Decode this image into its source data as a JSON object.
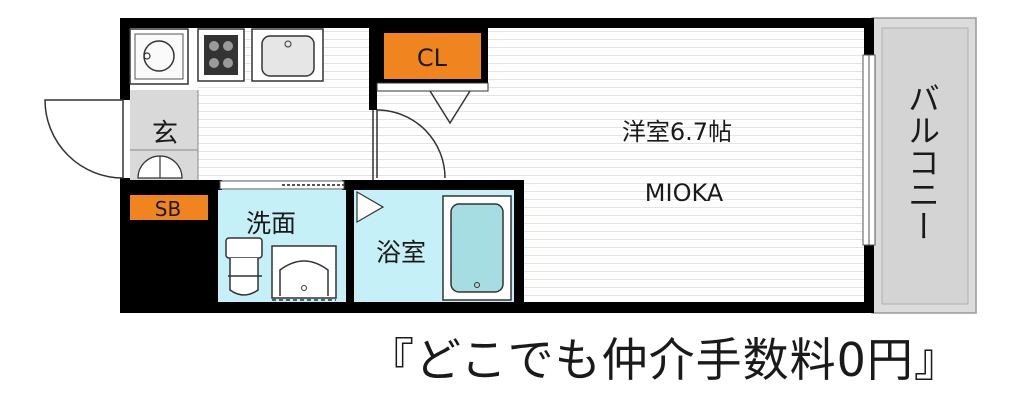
{
  "rooms": {
    "western_room": {
      "name": "洋室6.7帖",
      "sub": "MIOKA"
    },
    "closet": "CL",
    "entrance": "玄",
    "shoe_box": "SB",
    "washroom": "洗面",
    "bathroom": "浴室",
    "balcony": "バルコニー"
  },
  "caption": "『どこでも仲介手数料0円』",
  "colors": {
    "wall": "#000000",
    "closet_orange": "#f08520",
    "wet_area": "#c6f0f8",
    "balcony_fill": "#dcdcdc",
    "floor_lines": "#e2e2e2"
  }
}
